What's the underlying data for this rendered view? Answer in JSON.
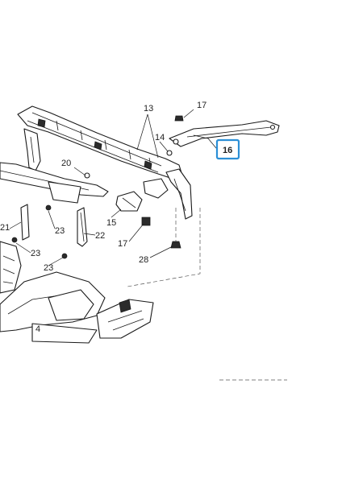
{
  "callouts": {
    "c13": "13",
    "c17a": "17",
    "c14": "14",
    "c16": "16",
    "c20": "20",
    "c15": "15",
    "c22": "22",
    "c21": "21",
    "c23a": "23",
    "c23b": "23",
    "c23c": "23",
    "c17b": "17",
    "c28": "28",
    "c4": "4"
  },
  "colors": {
    "highlight": "#2b8fd6",
    "line": "#1a1a1a",
    "background": "#ffffff"
  }
}
